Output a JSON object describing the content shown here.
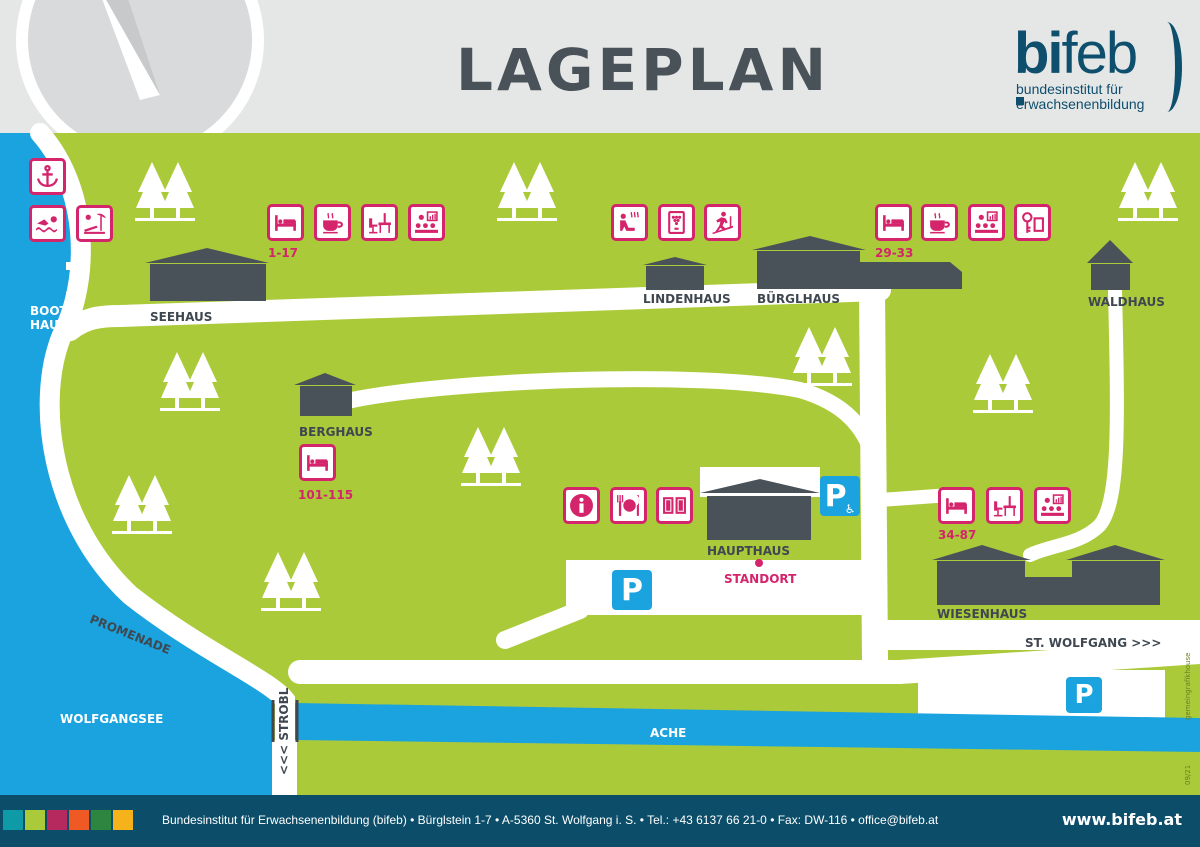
{
  "header": {
    "title": "LAGEPLAN"
  },
  "logo": {
    "word_bold": "bi",
    "word_light": "feb",
    "line1": "bundesinstitut für",
    "line2": "erwachsenenbildung"
  },
  "colors": {
    "green": "#abca3a",
    "water": "#1aa3df",
    "pink": "#d4246c",
    "building": "#4a5259",
    "footer": "#0c4e6a"
  },
  "labels": {
    "bootshaus": "BOOTS-HAUS",
    "seehaus": "SEEHAUS",
    "lindenhaus": "LINDENHAUS",
    "buerglhaus": "BÜRGLHAUS",
    "waldhaus": "WALDHAUS",
    "berghaus": "BERGHAUS",
    "haupthaus": "HAUPTHAUS",
    "standort": "STANDORT",
    "wiesenhaus": "WIESENHAUS",
    "st_wolfgang": "ST. WOLFGANG >>>",
    "promenade": "PROMENADE",
    "wolfgangsee": "WOLFGANGSEE",
    "ache": "ACHE",
    "strobl": "<<< STROBL"
  },
  "room_numbers": {
    "seehaus": "1-17",
    "buerglhaus": "29-33",
    "berghaus": "101-115",
    "wiesenhaus": "34-87"
  },
  "icons": {
    "bootshaus": [
      "anchor-icon",
      "swimming-icon",
      "sunbed-icon"
    ],
    "seehaus": [
      "bed-icon",
      "coffee-icon",
      "desk-icon",
      "seminar-icon"
    ],
    "lindenhaus": [
      "sauna-icon",
      "wine-icon",
      "fitness-icon"
    ],
    "buerglhaus": [
      "bed-icon",
      "coffee-icon",
      "seminar-icon",
      "key-icon"
    ],
    "berghaus": [
      "bed-icon"
    ],
    "haupthaus": [
      "info-icon",
      "dining-icon",
      "library-icon"
    ],
    "wiesenhaus": [
      "bed-icon",
      "desk-icon",
      "seminar-icon"
    ]
  },
  "parking": {
    "symbol": "P"
  },
  "side_notes": {
    "credit": "gemeingrafikhouse",
    "date": "09/21"
  },
  "footer": {
    "address": "Bundesinstitut für Erwachsenenbildung (bifeb) • Bürglstein 1-7 • A-5360 St. Wolfgang i. S. • Tel.: +43 6137 66 21-0 • Fax: DW-116 • office@bifeb.at",
    "url": "www.bifeb.at",
    "swatches": [
      "#0e9aa7",
      "#abca3a",
      "#b5295e",
      "#ef5a24",
      "#2e8540",
      "#f6b21a"
    ]
  }
}
